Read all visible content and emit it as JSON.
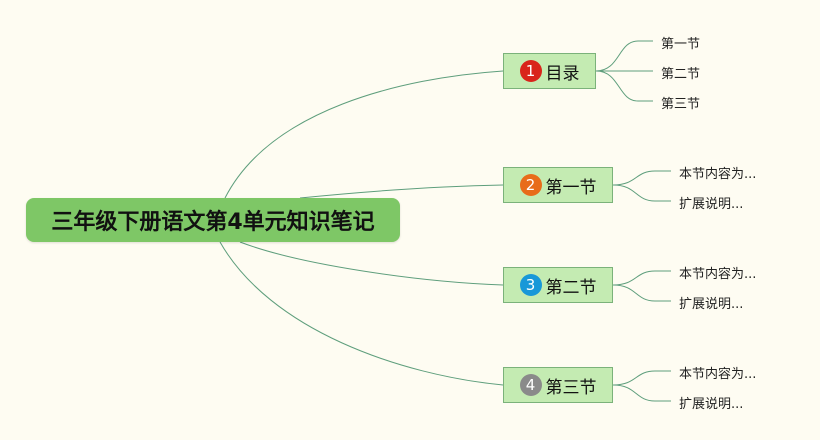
{
  "mindmap": {
    "root": {
      "title": "三年级下册语文第4单元知识笔记"
    },
    "branches": [
      {
        "number": "1",
        "label": "目录",
        "badge_color": "#d9241b",
        "children": [
          "第一节",
          "第二节",
          "第三节"
        ]
      },
      {
        "number": "2",
        "label": "第一节",
        "badge_color": "#e86c1a",
        "children": [
          "本节内容为...",
          "扩展说明..."
        ]
      },
      {
        "number": "3",
        "label": "第二节",
        "badge_color": "#1898d8",
        "children": [
          "本节内容为...",
          "扩展说明..."
        ]
      },
      {
        "number": "4",
        "label": "第三节",
        "badge_color": "#8a8a8a",
        "children": [
          "本节内容为...",
          "扩展说明..."
        ]
      }
    ]
  },
  "colors": {
    "background": "#fefcf2",
    "root_fill": "#7ec766",
    "branch_fill": "#c4ebb2",
    "branch_border": "#7bb27a",
    "connector": "#5e9e7c"
  }
}
